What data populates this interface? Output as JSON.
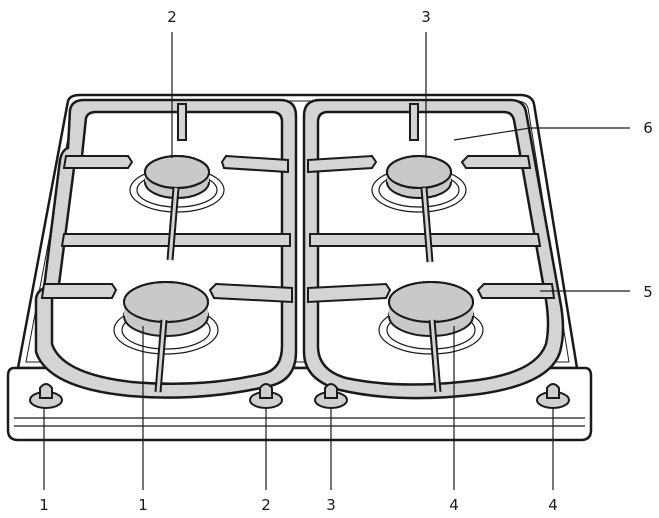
{
  "callouts": {
    "burner_top_left": "2",
    "burner_top_right": "3",
    "grate": "6",
    "pan_support": "5",
    "knob_far_left": "1",
    "burner_bottom_left": "1",
    "knob_center_left": "2",
    "knob_center_right": "3",
    "burner_bottom_right": "4",
    "knob_far_right": "4"
  },
  "colors": {
    "outline": "#1a1a1a",
    "burner_cap": "#c9c9c9",
    "grate_fill": "#d4d4d4",
    "plate_fill": "#ffffff",
    "knob_fill": "#cfcfcf"
  }
}
